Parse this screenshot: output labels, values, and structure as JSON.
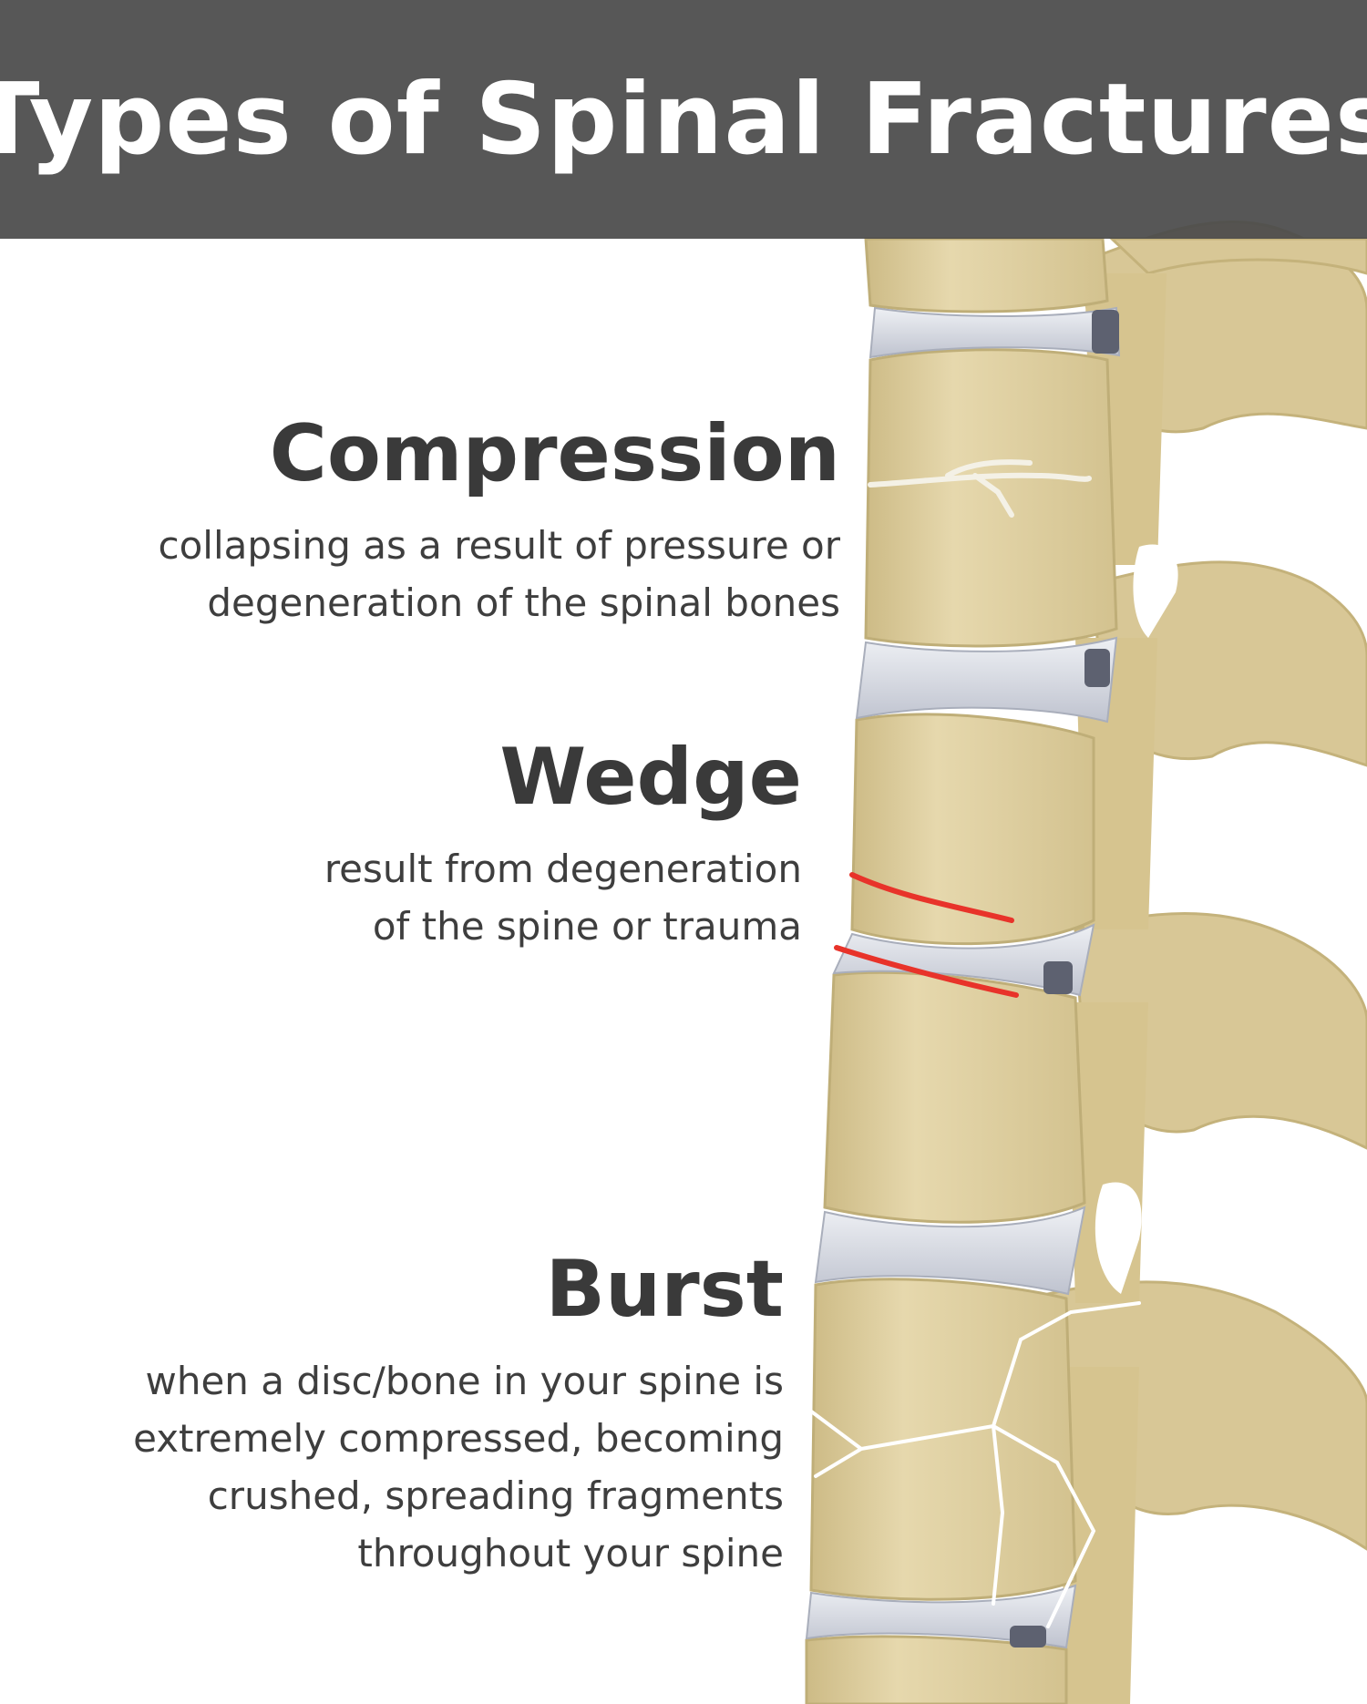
{
  "header": {
    "title": "Types of Spinal Fractures"
  },
  "fractures": [
    {
      "name": "Compression",
      "lines": [
        "collapsing as a result of pressure or",
        "degeneration of the spinal bones"
      ]
    },
    {
      "name": "Wedge",
      "lines": [
        "result from degeneration",
        "of the spine or trauma"
      ]
    },
    {
      "name": "Burst",
      "lines": [
        "when a disc/bone in your spine is",
        "extremely compressed, becoming",
        "crushed, spreading fragments",
        "throughout your spine"
      ]
    }
  ],
  "colors": {
    "header_bg": "#4a4a4a",
    "bone": "#e2d3a6",
    "bone_shadow": "#c9b67f",
    "disc": "#d8dbe3",
    "fracture_red": "#e8332a",
    "crack": "#ffffff"
  }
}
